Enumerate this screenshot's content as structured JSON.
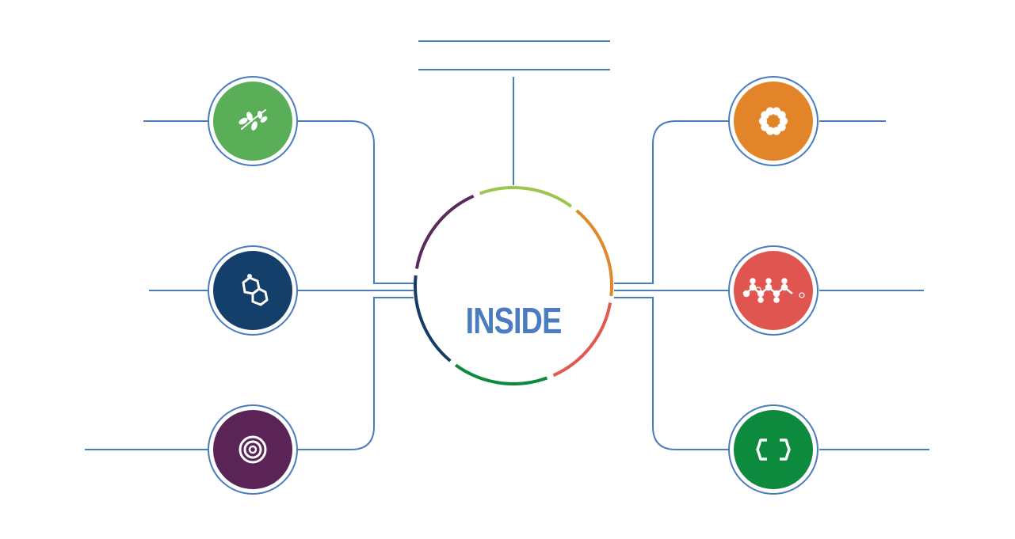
{
  "center": {
    "label": "INSIDE",
    "label_color": "#4a7cbf",
    "ring_segments": [
      {
        "name": "top",
        "color": "#9dc64f"
      },
      {
        "name": "upper-right",
        "color": "#e0892b"
      },
      {
        "name": "lower-right",
        "color": "#e05a4f"
      },
      {
        "name": "bottom",
        "color": "#0d8a3e"
      },
      {
        "name": "lower-left",
        "color": "#143b66"
      },
      {
        "name": "upper-left",
        "color": "#5a2a5c"
      }
    ]
  },
  "connector_color": "#4a7cbf",
  "nodes": [
    {
      "id": "leaf",
      "icon": "leaf-branch-icon",
      "color": "#5aae57"
    },
    {
      "id": "hexagon-ring",
      "icon": "molecule-ring-icon",
      "color": "#133f6a"
    },
    {
      "id": "target",
      "icon": "target-circles-icon",
      "color": "#5a2457"
    },
    {
      "id": "flower",
      "icon": "flower-ring-icon",
      "color": "#e28428"
    },
    {
      "id": "chain",
      "icon": "molecule-chain-icon",
      "color": "#e0554f"
    },
    {
      "id": "bracket",
      "icon": "bracket-hexagon-icon",
      "color": "#0d8a3e"
    }
  ]
}
